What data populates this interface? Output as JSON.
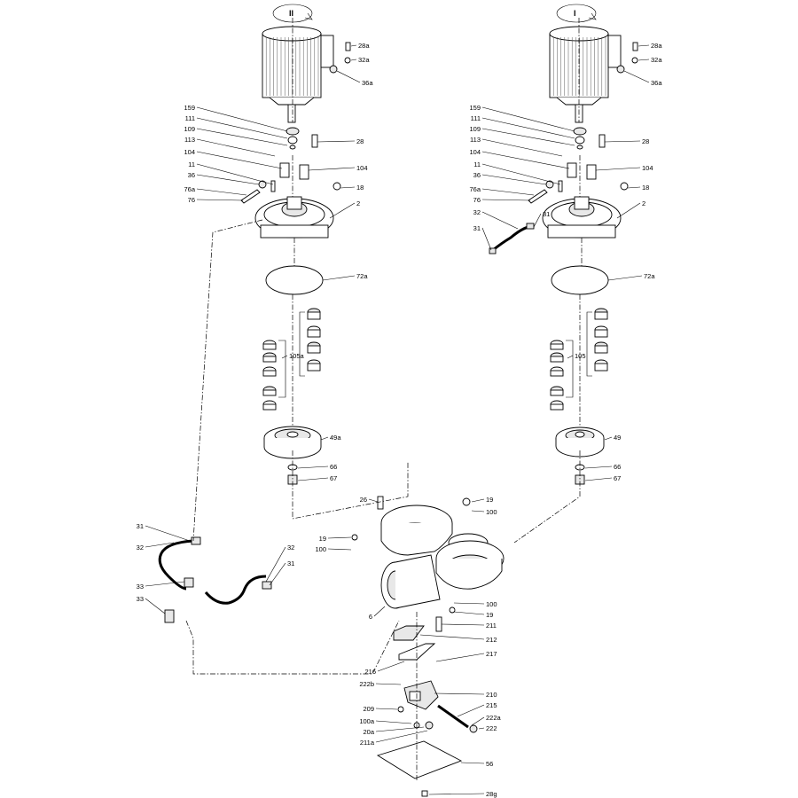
{
  "rotation_marks": [
    "II",
    "I"
  ],
  "labels": {
    "left": [
      "28a",
      "32a",
      "36a",
      "159",
      "111",
      "109",
      "113",
      "28",
      "104",
      "11",
      "104",
      "36",
      "18",
      "76a",
      "76",
      "2",
      "72a",
      "105a",
      "49a",
      "66",
      "67"
    ],
    "right": [
      "28a",
      "32a",
      "36a",
      "159",
      "111",
      "109",
      "113",
      "28",
      "104",
      "11",
      "104",
      "36",
      "18",
      "76a",
      "76",
      "2",
      "32",
      "31",
      "31",
      "72a",
      "105",
      "49",
      "66",
      "67"
    ],
    "bottom": [
      "31",
      "32",
      "32",
      "31",
      "33",
      "33",
      "26",
      "19",
      "100",
      "19",
      "100",
      "6",
      "100",
      "19",
      "211",
      "212",
      "217",
      "216",
      "222b",
      "210",
      "215",
      "209",
      "222a",
      "100a",
      "222",
      "20a",
      "211a",
      "56",
      "28g"
    ]
  }
}
